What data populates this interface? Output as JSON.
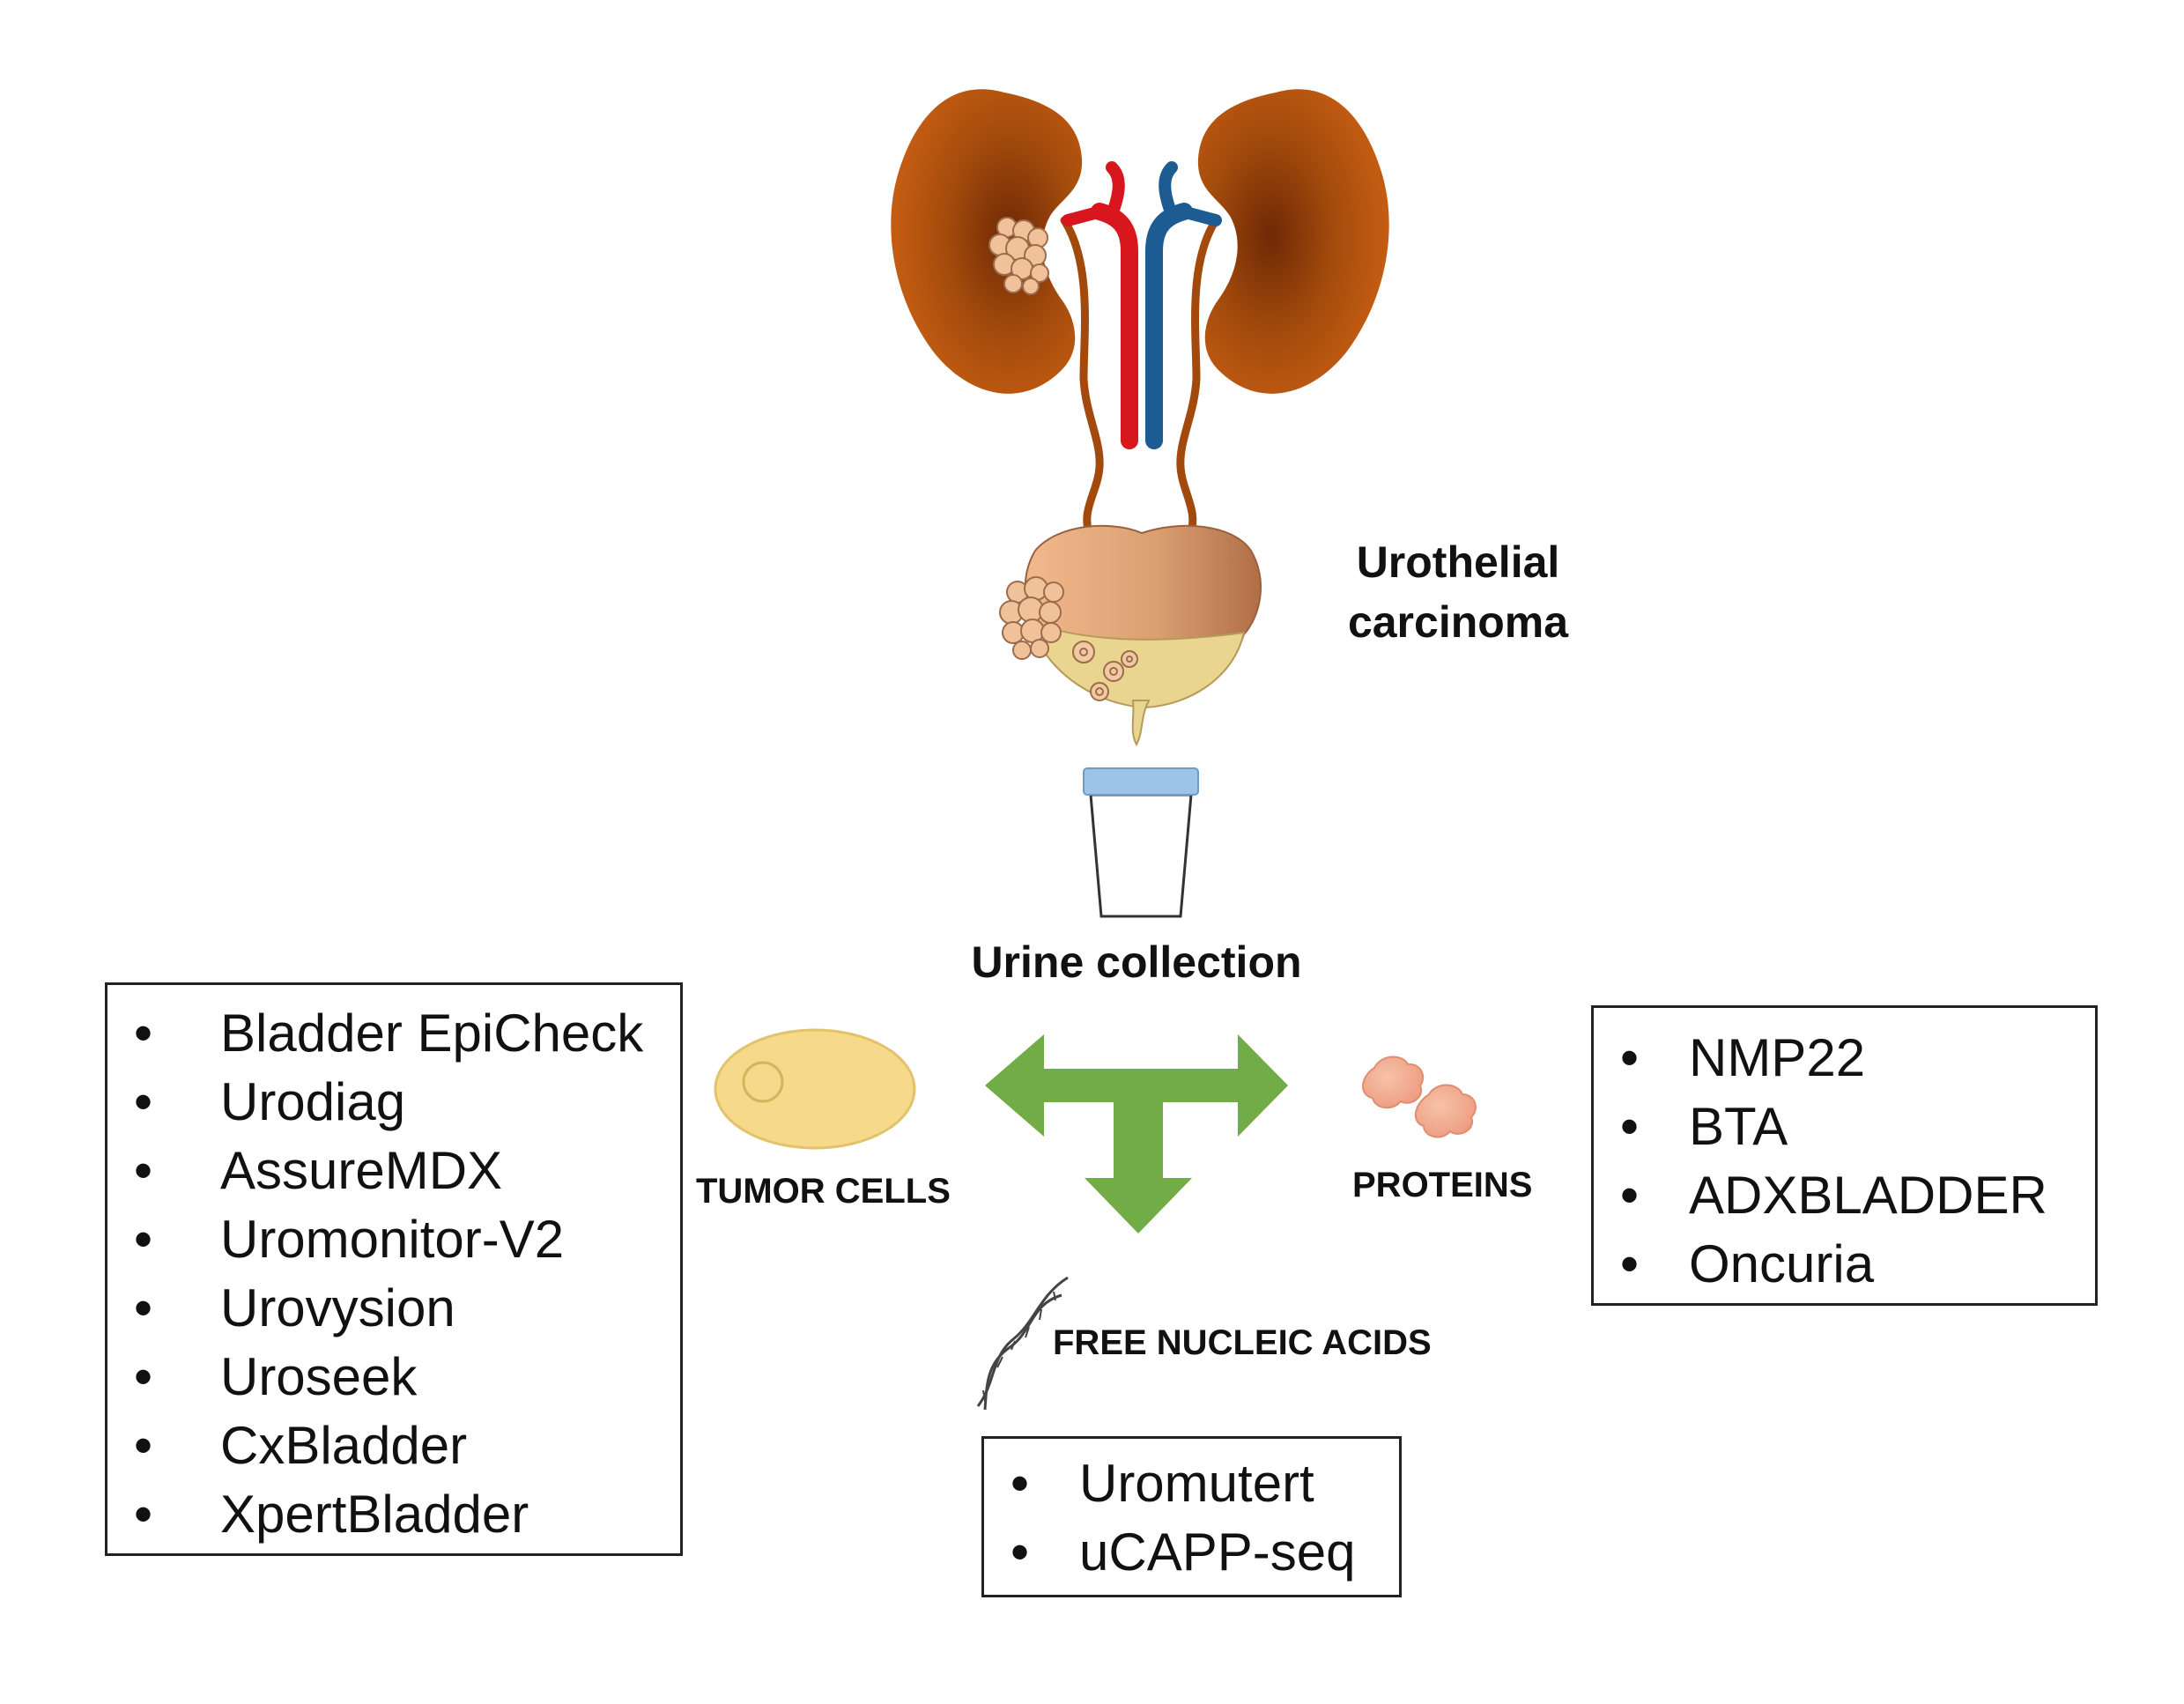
{
  "labels": {
    "urothelial": "Urothelial carcinoma",
    "urine": "Urine collection",
    "tumor_cells": "TUMOR CELLS",
    "proteins": "PROTEINS",
    "nucleic_acids": "FREE NUCLEIC ACIDS"
  },
  "lists": {
    "cells": [
      "Bladder EpiCheck",
      "Urodiag",
      "AssureMDX",
      "Uromonitor-V2",
      "Urovysion",
      "Uroseek",
      "CxBladder",
      "XpertBladder"
    ],
    "proteins": [
      "NMP22",
      "BTA",
      "ADXBLADDER",
      "Oncuria"
    ],
    "nucleic": [
      "Uromutert",
      "uCAPP-seq"
    ]
  },
  "bullet": "•",
  "colors": {
    "kidney": "#b8540c",
    "artery": "#d7161d",
    "vein": "#1d5b93",
    "arrow": "#72ac46",
    "bladder": "#e3a77a",
    "urine": "#e9d590",
    "cup_lid": "#9dc3e6",
    "cell": "#f6d98a",
    "protein": "#f0a98c"
  }
}
